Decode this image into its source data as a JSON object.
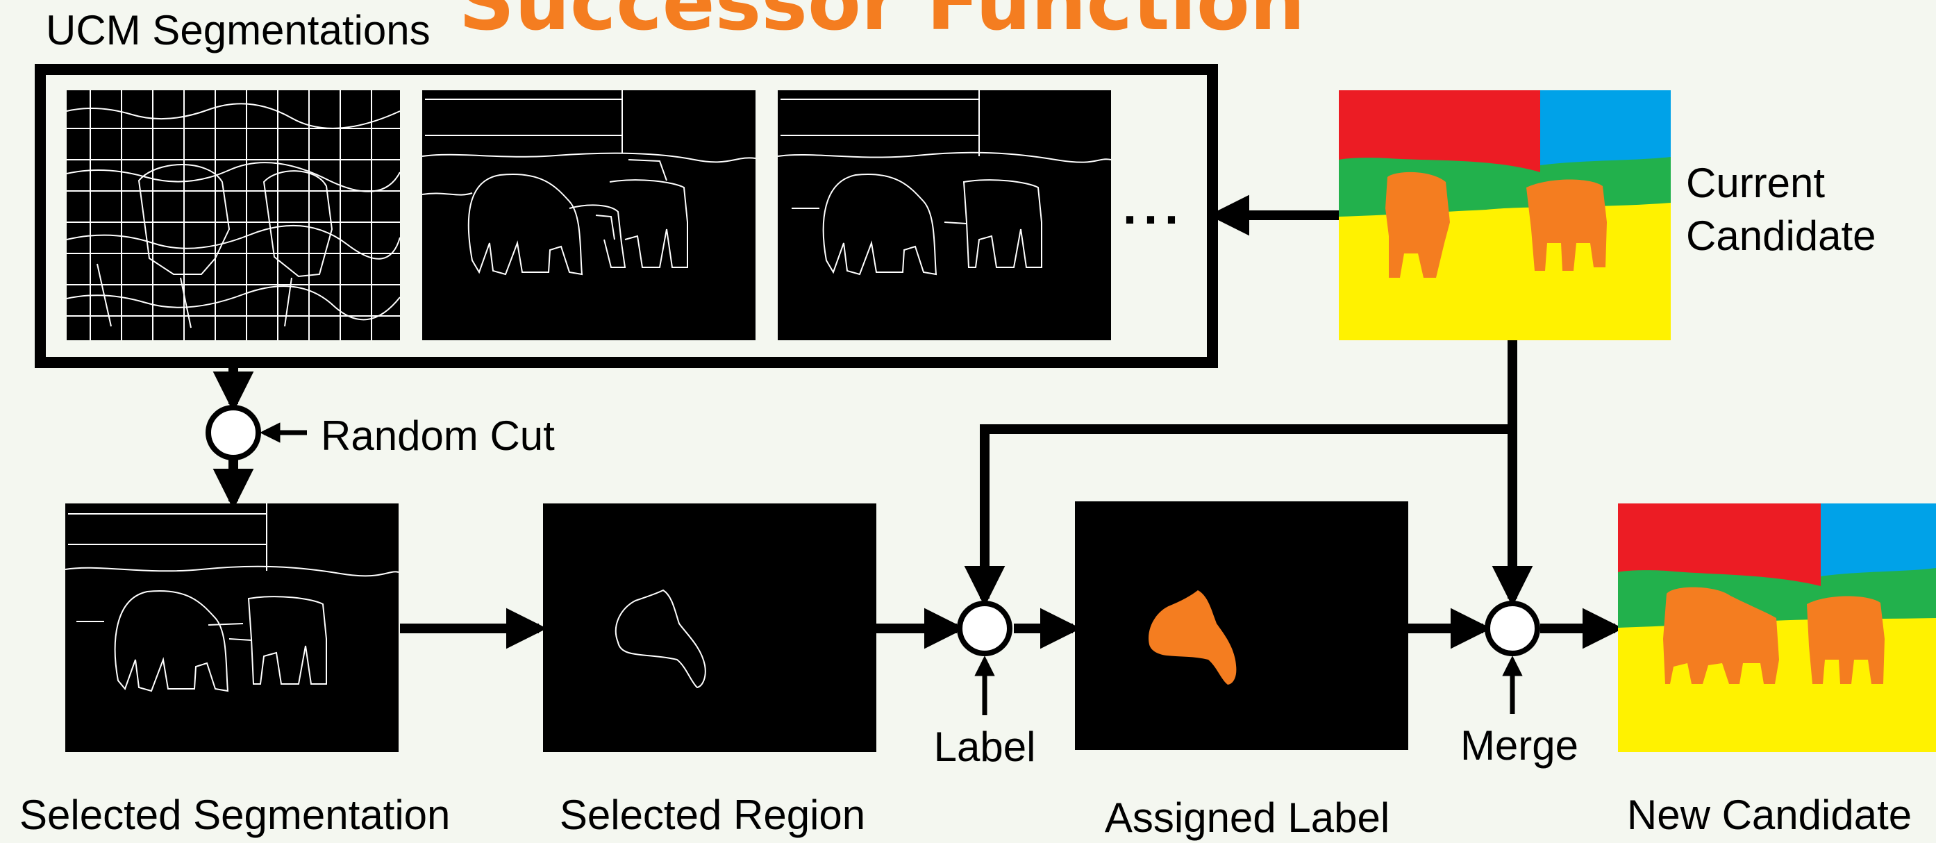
{
  "title": "Successor Function",
  "labels": {
    "ucm_segmentations": "UCM Segmentations",
    "current_candidate": [
      "Current",
      "Candidate"
    ],
    "random_cut": "Random Cut",
    "label": "Label",
    "merge": "Merge",
    "selected_segmentation": "Selected Segmentation",
    "selected_region": "Selected Region",
    "assigned_label": "Assigned Label",
    "new_candidate": "New Candidate",
    "ellipsis": "..."
  },
  "colors": {
    "background": "#f4f7f0",
    "title": "#f47d20",
    "red_region": "#ec1c24",
    "blue_region": "#00a2e8",
    "green_region": "#22b14c",
    "yellow_region": "#fff200",
    "orange_region": "#f47d20",
    "panel_black": "#000000",
    "contour_white": "#ffffff"
  }
}
